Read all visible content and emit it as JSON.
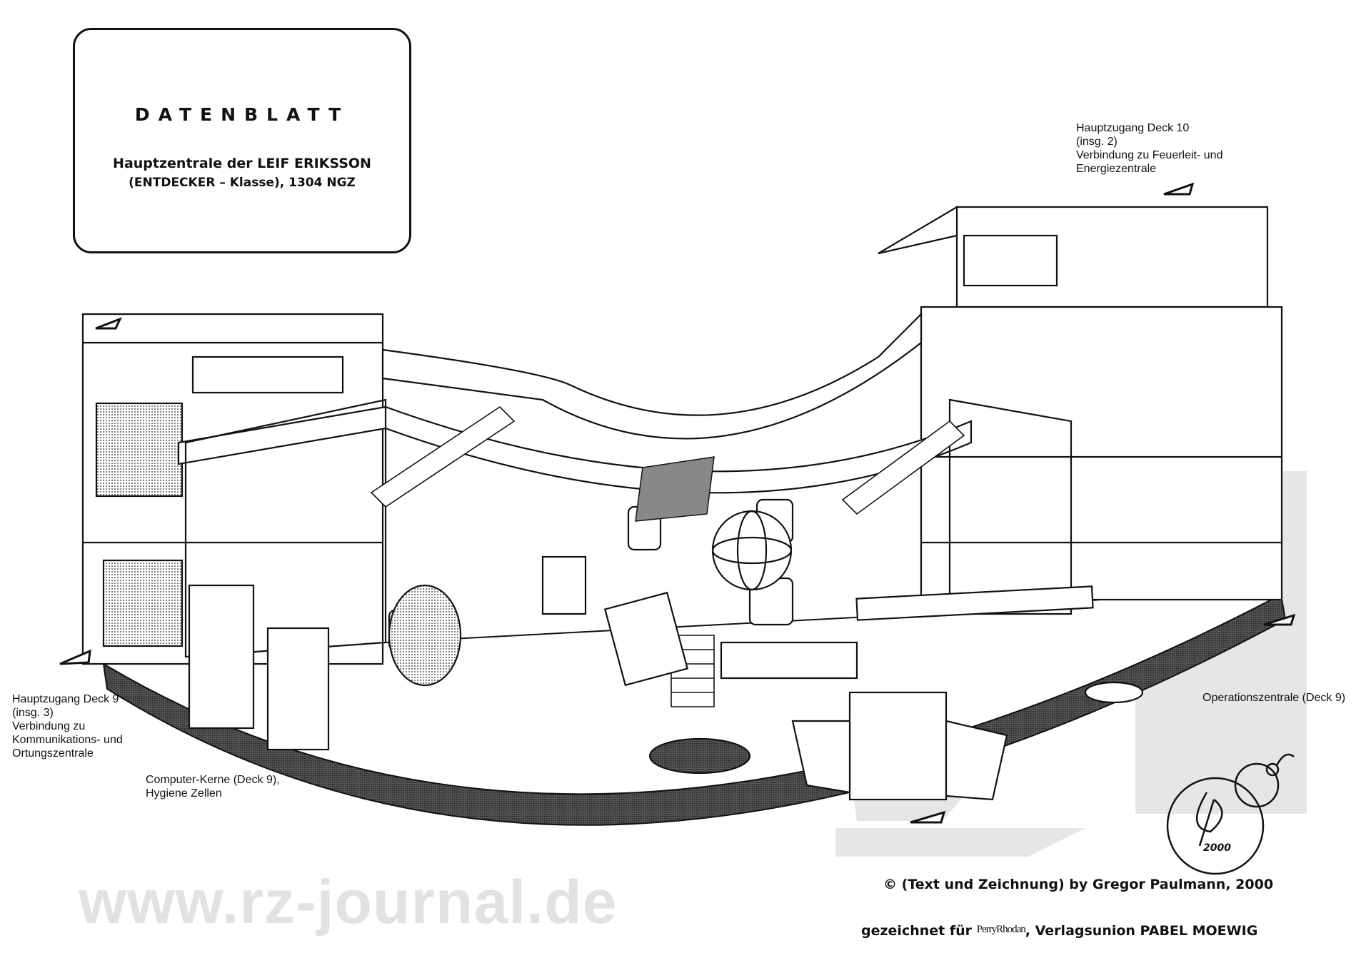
{
  "title_box": {
    "heading": "DATENBLATT",
    "subtitle_line1": "Hauptzentrale der LEIF ERIKSSON",
    "subtitle_line2": "(ENTDECKER – Klasse), 1304 NGZ"
  },
  "labels": {
    "deck10_access": [
      "Hauptzugang Deck 10",
      "(insg. 2)",
      "Verbindung zu Feuerleit- und",
      "Energiezentrale"
    ],
    "deck9_access": [
      "Hauptzugang Deck 9",
      "(insg. 3)",
      "Verbindung zu",
      "Kommunikations- und",
      "Ortungszentrale"
    ],
    "computer_cores": [
      "Computer-Kerne (Deck 9),",
      "Hygiene Zellen"
    ],
    "operations": [
      "Operationszentrale (Deck 9)"
    ]
  },
  "credits": {
    "copyright": "© (Text und Zeichnung) by Gregor Paulmann, 2000",
    "drawn_for_prefix": "gezeichnet für",
    "brand_logo": "PerryRhodan",
    "drawn_for_suffix": ", Verlagsunion PABEL MOEWIG"
  },
  "signature": {
    "initials": "GP",
    "year": "2000"
  },
  "watermark": {
    "text": "www.rz-journal.de"
  },
  "colors": {
    "ink": "#111111",
    "watermark": "#e2e2e2",
    "rim_shade": "#3a3a3a"
  }
}
